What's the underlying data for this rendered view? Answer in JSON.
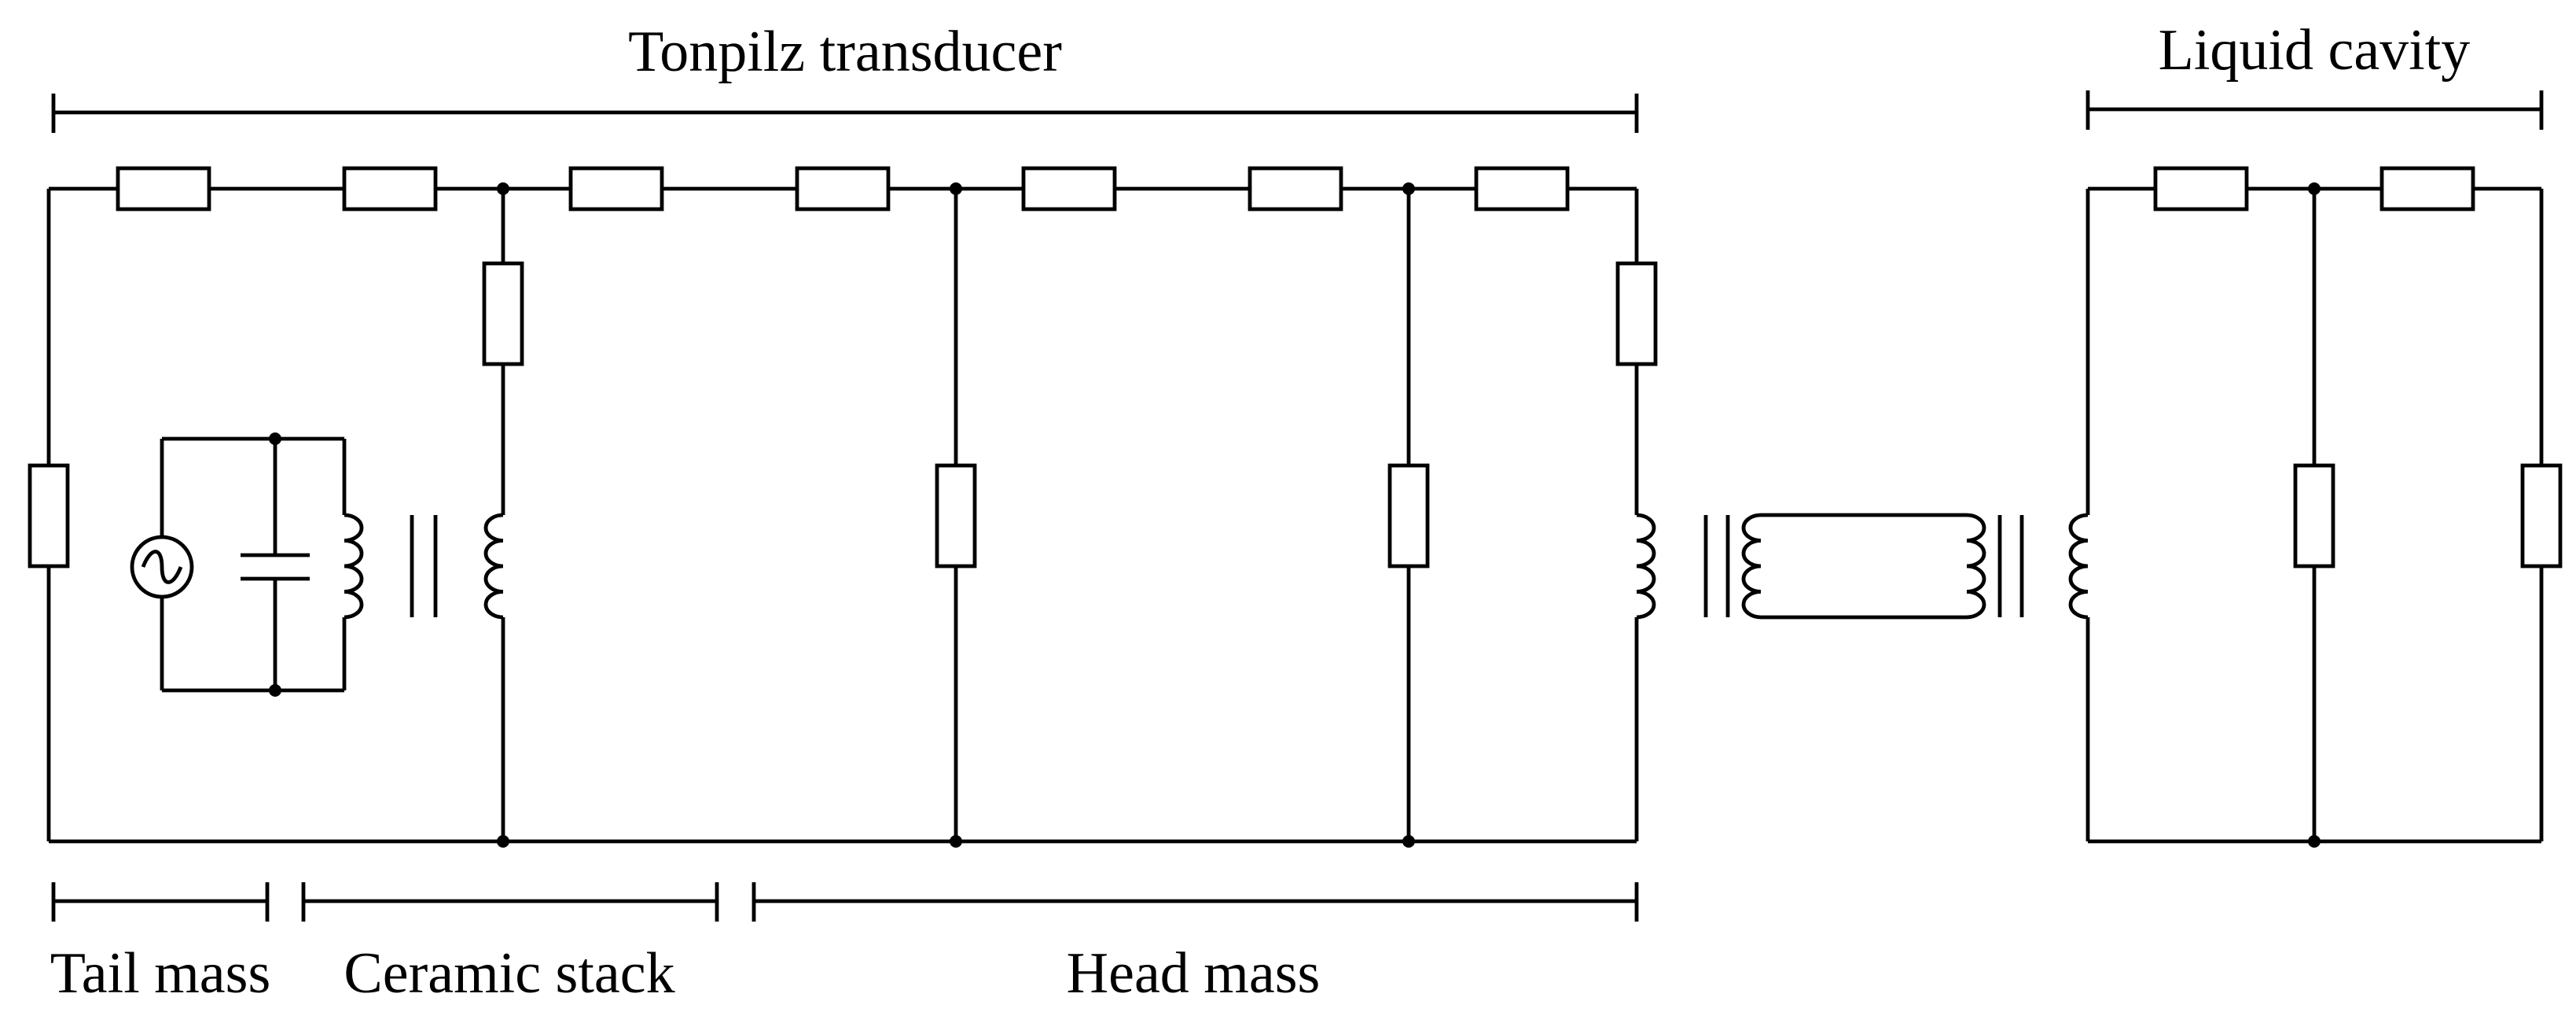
{
  "labels": {
    "tonpilz_transducer": "Tonpilz transducer",
    "liquid_cavity": "Liquid cavity",
    "tail_mass": "Tail mass",
    "ceramic_stack": "Ceramic stack",
    "head_mass": "Head mass"
  }
}
